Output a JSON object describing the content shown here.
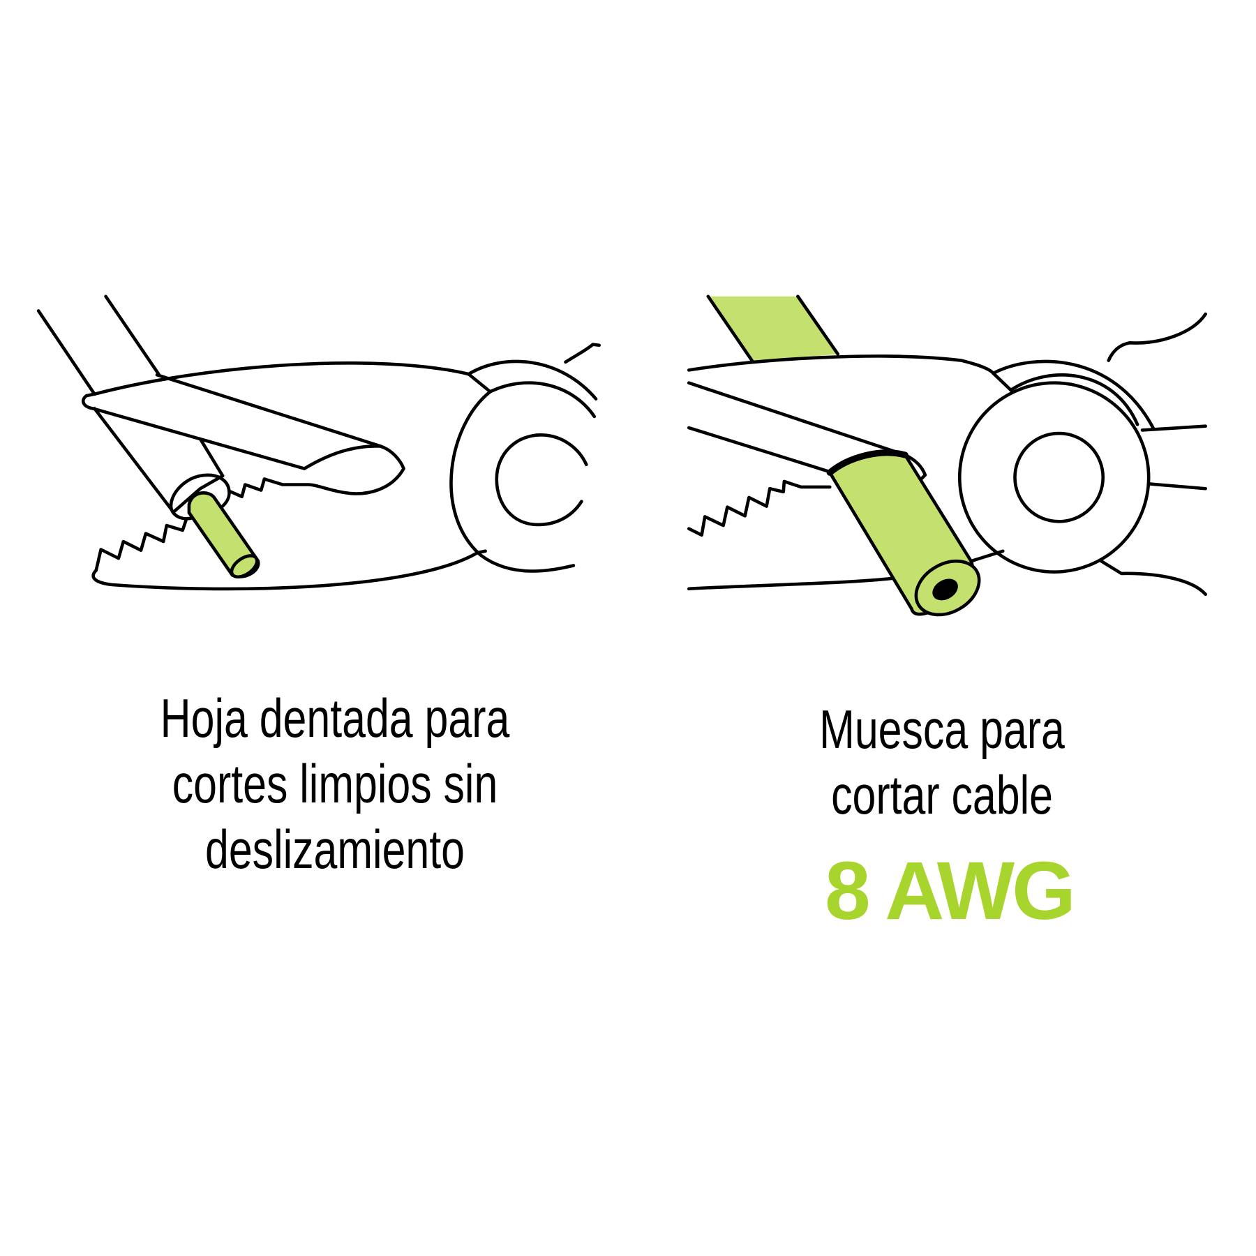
{
  "colors": {
    "accent": "#A8D42E",
    "cable_fill": "#C4E16F",
    "stroke": "#000000",
    "background": "#FFFFFF"
  },
  "features": [
    {
      "icon": "serrated-jaw-pliers-icon",
      "caption_lines": [
        "Hoja dentada para",
        "cortes limpios sin",
        "deslizamiento"
      ]
    },
    {
      "icon": "cable-notch-pliers-icon",
      "caption_lines": [
        "Muesca para",
        "cortar cable"
      ],
      "highlight": "8 AWG"
    }
  ]
}
